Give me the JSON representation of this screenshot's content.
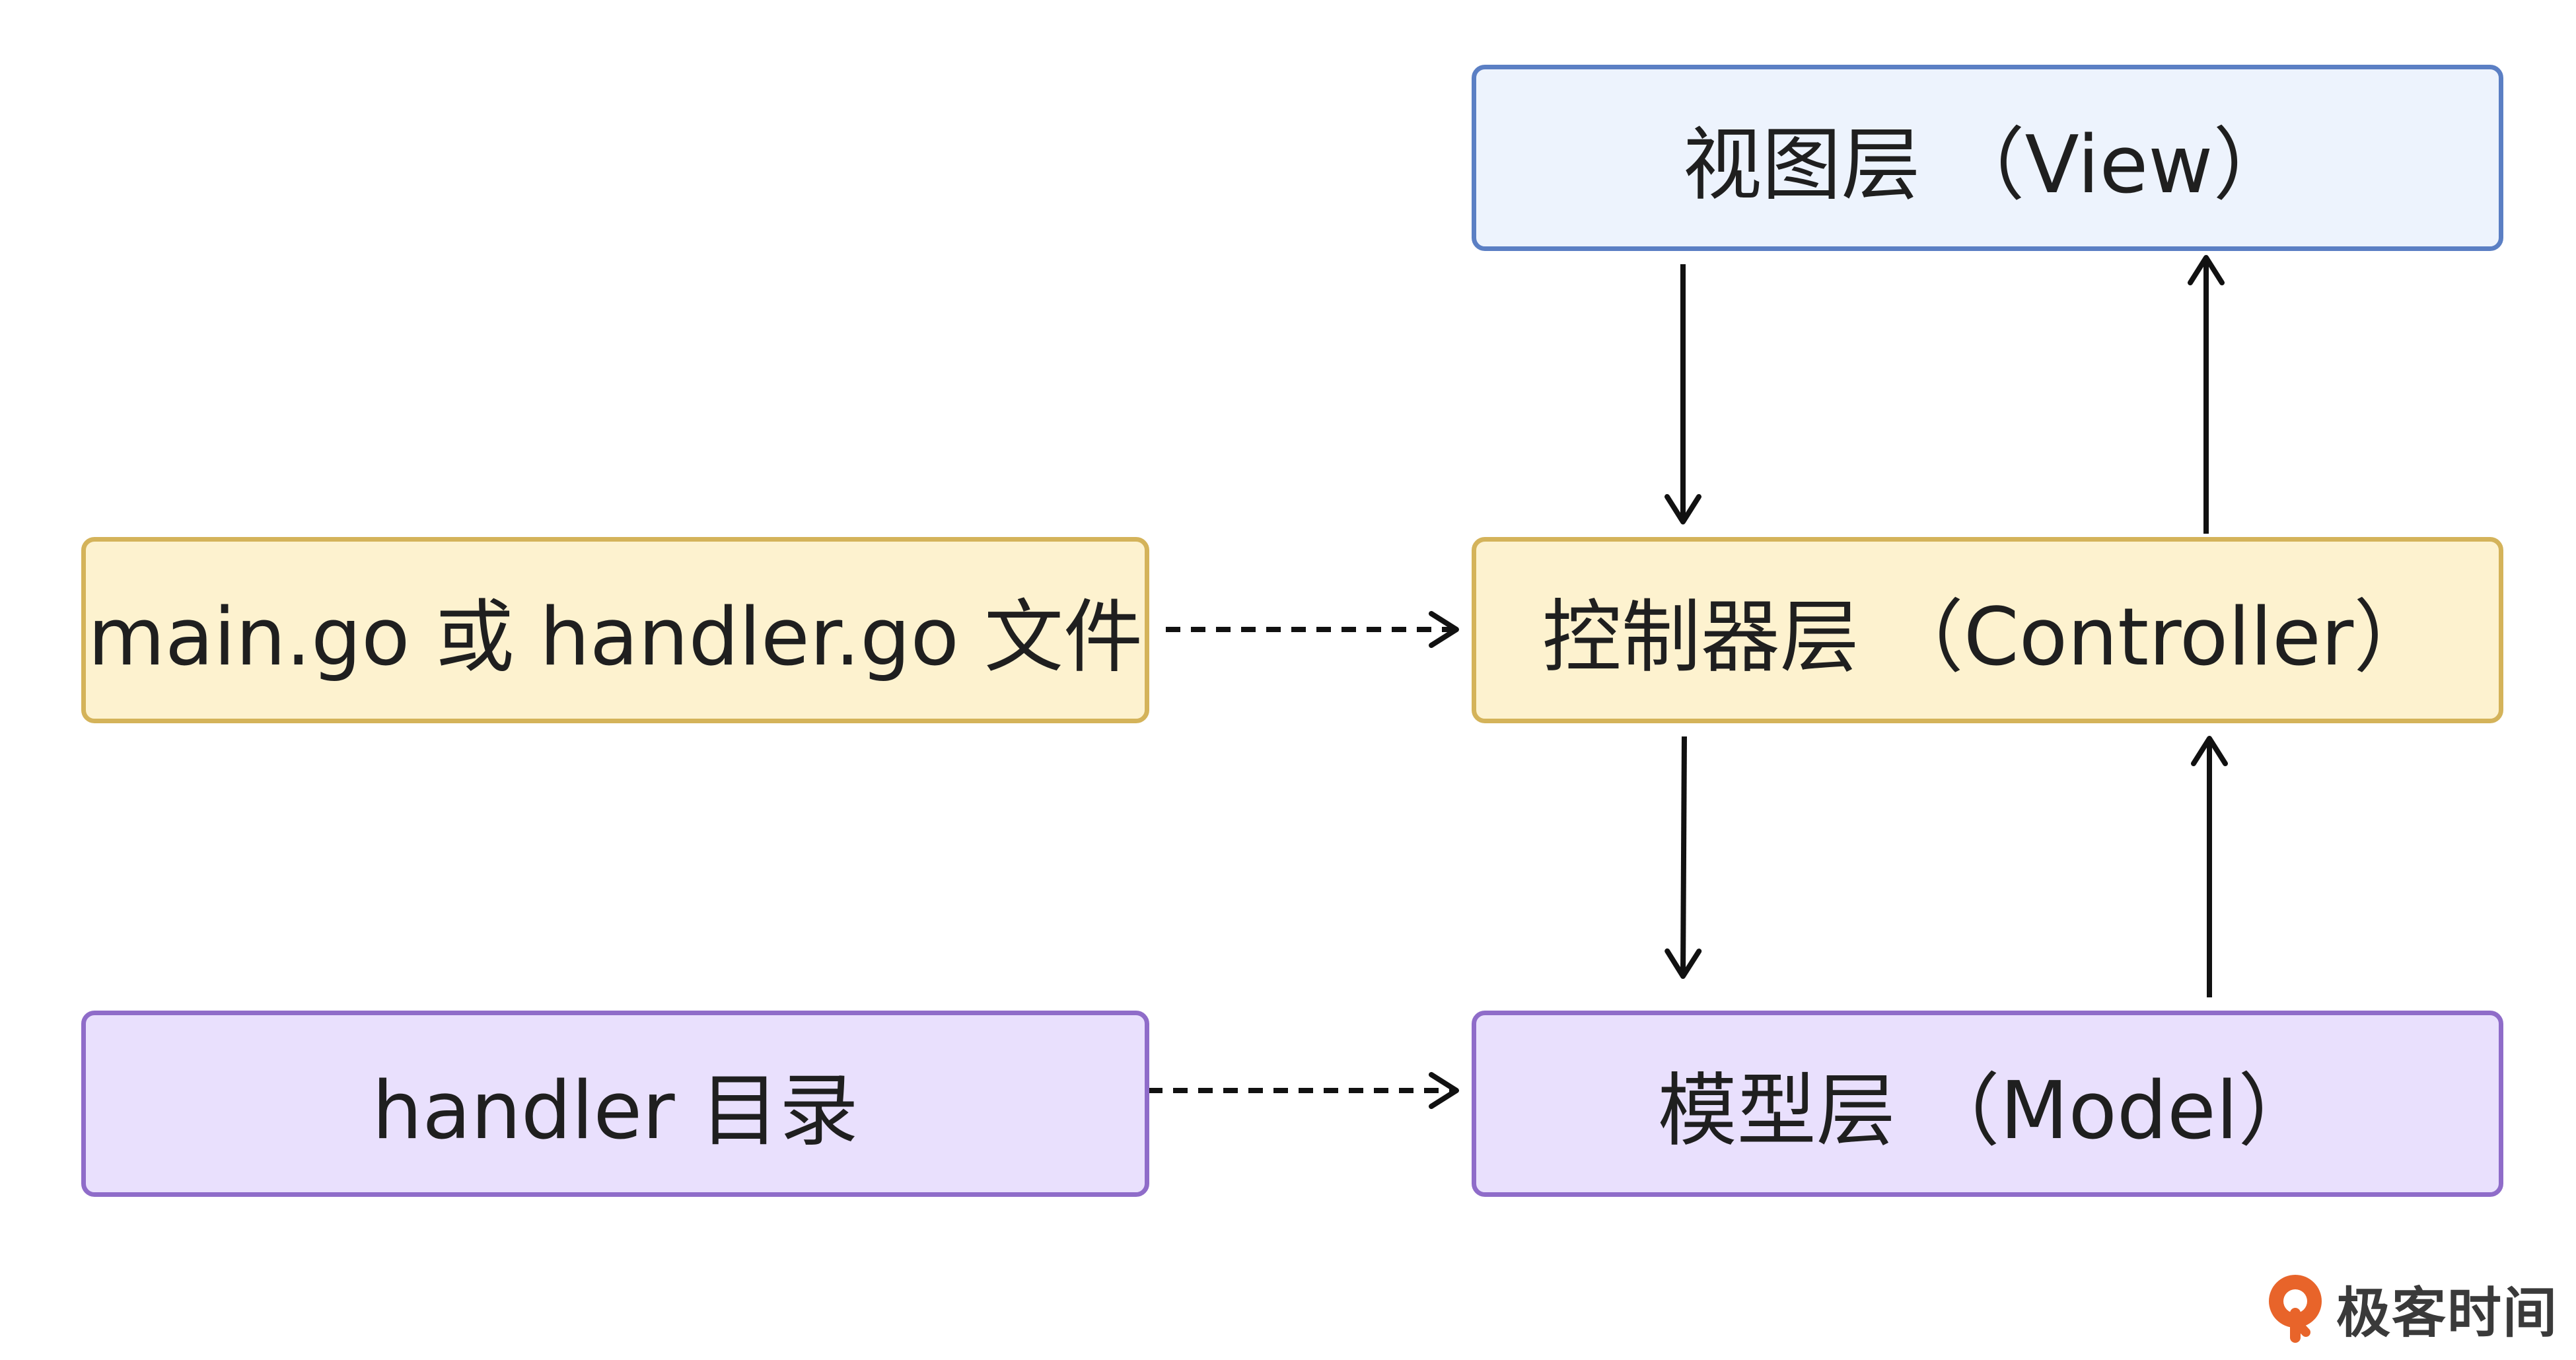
{
  "colors": {
    "view_fill": "#edf3fd",
    "view_border": "#5b7fc4",
    "controller_fill": "#fdf2cf",
    "controller_border": "#d4b35a",
    "model_fill": "#e9e0fd",
    "model_border": "#8f6cc9",
    "arrow": "#111111",
    "brand_orange": "#e8642a"
  },
  "nodes": {
    "view": {
      "label": "视图层 （View）"
    },
    "controller": {
      "label": "控制器层 （Controller）"
    },
    "model": {
      "label": "模型层 （Model）"
    },
    "main_go": {
      "label": "main.go 或 handler.go 文件"
    },
    "handler_dir": {
      "label": "handler 目录"
    }
  },
  "edges": [
    {
      "from": "view",
      "to": "controller",
      "style": "solid"
    },
    {
      "from": "controller",
      "to": "view",
      "style": "solid"
    },
    {
      "from": "controller",
      "to": "model",
      "style": "solid"
    },
    {
      "from": "model",
      "to": "controller",
      "style": "solid"
    },
    {
      "from": "main_go",
      "to": "controller",
      "style": "dashed"
    },
    {
      "from": "handler_dir",
      "to": "model",
      "style": "dashed"
    }
  ],
  "watermark": {
    "text": "极客时间",
    "icon": "geektime-logo-icon"
  }
}
